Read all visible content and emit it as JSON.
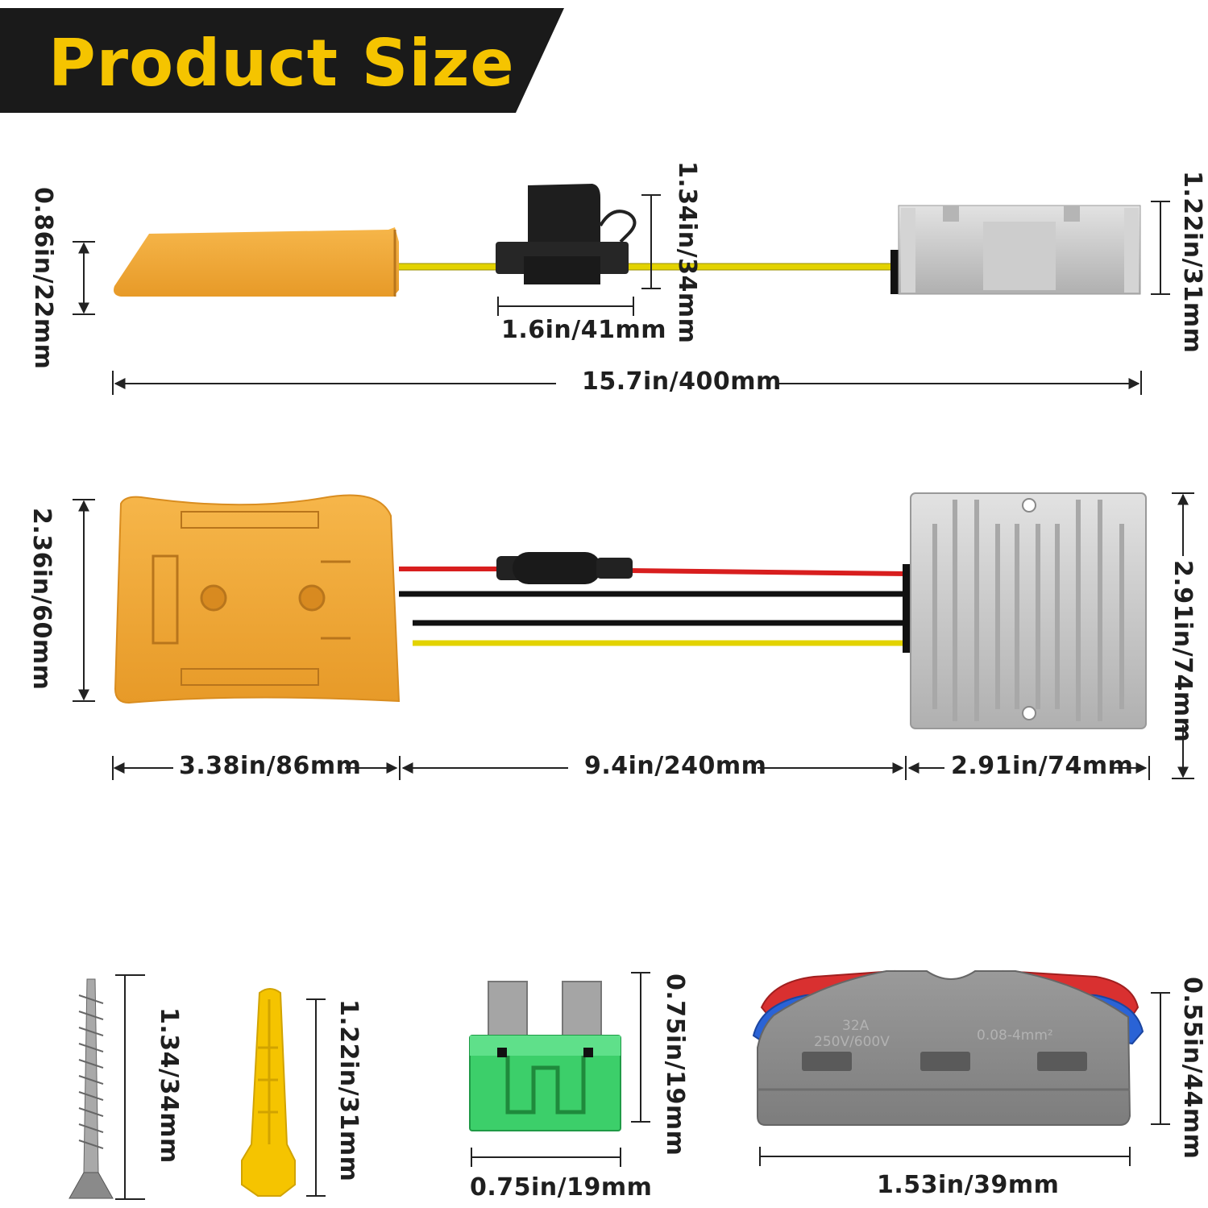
{
  "banner": {
    "title": "Product Size",
    "bg_color": "#1a1a1a",
    "text_color": "#f5c400"
  },
  "colors": {
    "housing": "#f2a93b",
    "fuse_body": "#222222",
    "wire_yellow": "#e3d300",
    "wire_red": "#d81e1e",
    "wire_black": "#111111",
    "converter": "#c9c9c9",
    "fuse_blade": "#3ccf6a",
    "connector": "#8f8f8f",
    "lever_red": "#d93030",
    "lever_blue": "#2a63d6",
    "anchor": "#f5c400"
  },
  "side_view": {
    "adapter_height": "0.86in/22mm",
    "fuse_holder_height": "1.34in/34mm",
    "fuse_holder_width": "1.6in/41mm",
    "converter_height": "1.22in/31mm",
    "total_length": "15.7in/400mm"
  },
  "top_view": {
    "adapter_height": "2.36in/60mm",
    "converter_height": "2.91in/74mm",
    "adapter_width": "3.38in/86mm",
    "cable_length": "9.4in/240mm",
    "converter_width": "2.91in/74mm"
  },
  "accessories": {
    "screw_length": "1.34/34mm",
    "anchor_length": "1.22in/31mm",
    "fuse_height": "0.75in/19mm",
    "fuse_width": "0.75in/19mm",
    "connector_height": "0.55in/44mm",
    "connector_width": "1.53in/39mm",
    "connector_rating": "32A",
    "connector_voltage": "250V/600V",
    "connector_wire": "0.08-4mm²"
  }
}
